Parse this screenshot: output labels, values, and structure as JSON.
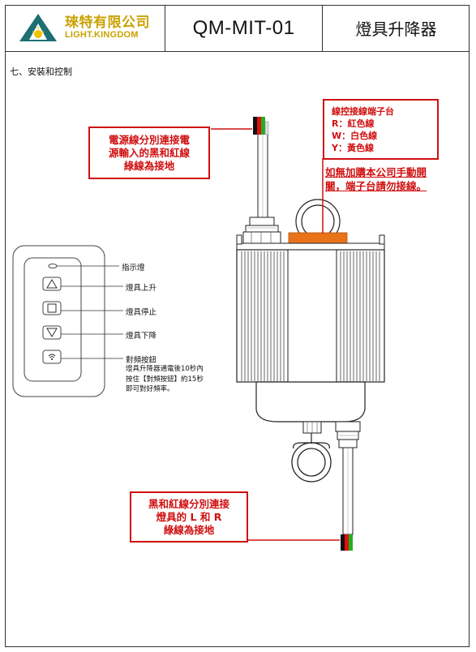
{
  "header": {
    "company_cn": "琜特有限公司",
    "company_en": "LIGHT.KINGDOM",
    "model": "QM-MIT-01",
    "title": "燈具升降器"
  },
  "section_title": "七、安裝和控制",
  "notes": {
    "power": [
      "電源線分別連接電",
      "源輸入的黑和紅線",
      "綠線為接地"
    ],
    "terminal": {
      "heading": "線控接線端子台",
      "lines": [
        "R：紅色線",
        "W：白色線",
        "Y：黃色線"
      ]
    },
    "manual_switch": [
      "如無加購本公司手動開",
      "關，端子台請勿接線。"
    ],
    "output": [
      "黑和紅線分別連接",
      "燈具的 L 和 R",
      "綠線為接地"
    ]
  },
  "remote": {
    "indicator_label": "指示燈",
    "up_label": "燈具上升",
    "stop_label": "燈具停止",
    "down_label": "燈具下降",
    "pair_label": "對頻按鈕",
    "pair_desc": [
      "燈具升降器通電後10秒內",
      "按住【對頻按鈕】約15秒",
      "即可對好頻率。"
    ]
  },
  "colors": {
    "logo_gold": "#c9a100",
    "logo_teal": "#1d6f73",
    "note_red": "#d01010",
    "terminal_orange": "#e8731a"
  }
}
